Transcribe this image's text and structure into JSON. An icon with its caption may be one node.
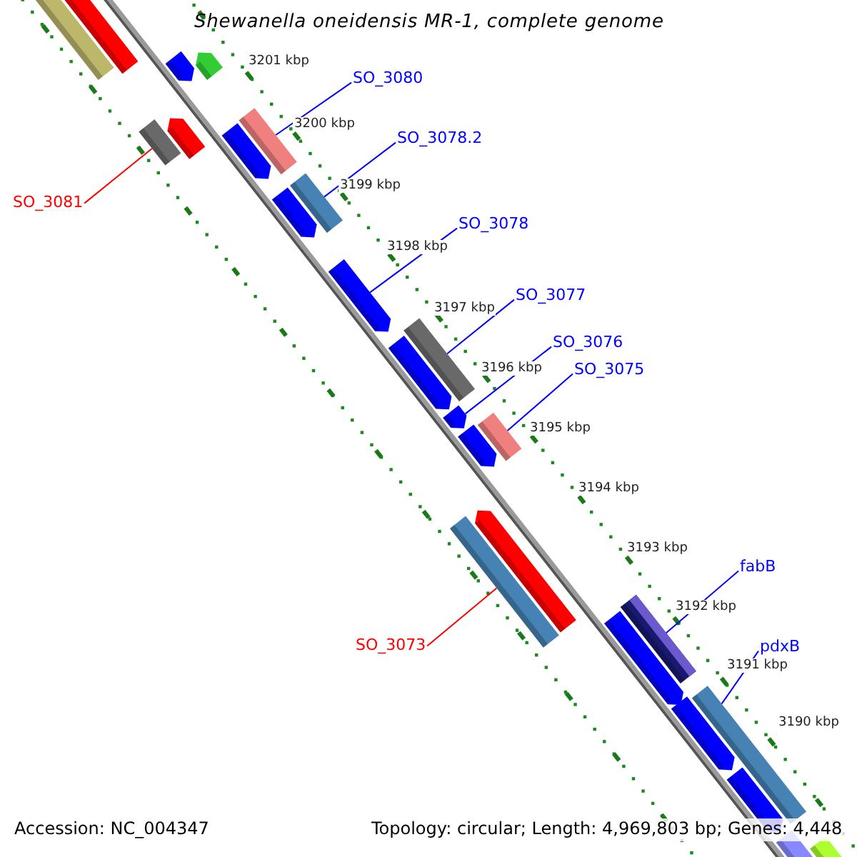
{
  "diagram": {
    "title": "Shewanella oneidensis MR-1, complete genome",
    "nodes": [
      {
        "text": [
          "SO_3080"
        ]
      },
      {
        "text": [],
        "shape": "bar"
      },
      {
        "text": [
          "SO_3078.2"
        ]
      },
      {
        "text": [],
        "shape": "bar"
      },
      {
        "text": [
          "SO_3081"
        ]
      },
      {
        "text": [],
        "shape": "bar"
      },
      {
        "text": [
          "SO_3078"
        ]
      },
      {
        "text": [],
        "shape": "arrow"
      },
      {
        "text": [
          "SO_3077"
        ]
      },
      {
        "text": [],
        "shape": "bar"
      },
      {
        "text": [
          "SO_3076"
        ]
      },
      {
        "text": [],
        "shape": "arrow"
      },
      {
        "text": [
          "SO_3075"
        ]
      },
      {
        "text": [],
        "shape": "bar"
      },
      {
        "text": [
          "SO_3073"
        ]
      },
      {
        "text": [],
        "shape": "bar"
      },
      {
        "text": [
          "fabB"
        ]
      },
      {
        "text": [],
        "shape": "bar"
      },
      {
        "text": [
          "pdxB"
        ]
      },
      {
        "text": [],
        "shape": "bar"
      }
    ],
    "edges": [
      {
        "from": 0,
        "to": 1,
        "arrow": "none"
      },
      {
        "from": 2,
        "to": 3,
        "arrow": "none"
      },
      {
        "from": 4,
        "to": 5,
        "arrow": "none",
        "color": "#ff0000"
      },
      {
        "from": 6,
        "to": 7,
        "arrow": "none"
      },
      {
        "from": 8,
        "to": 9,
        "arrow": "none"
      },
      {
        "from": 10,
        "to": 11,
        "arrow": "none"
      },
      {
        "from": 12,
        "to": 13,
        "arrow": "none"
      },
      {
        "from": 14,
        "to": 15,
        "arrow": "none",
        "color": "#ff0000"
      },
      {
        "from": 16,
        "to": 17,
        "arrow": "none"
      },
      {
        "from": 18,
        "to": 19,
        "arrow": "none"
      }
    ],
    "labels": [
      "3201 kbp",
      "3200 kbp",
      "3199 kbp",
      "3198 kbp",
      "3197 kbp",
      "3196 kbp",
      "3195 kbp",
      "3194 kbp",
      "3193 kbp",
      "3192 kbp",
      "3191 kbp",
      "3190 kbp",
      "Accession: NC_004347",
      "Topology: circular; Length: 4,969,803 bp; Genes: 4,448"
    ]
  }
}
